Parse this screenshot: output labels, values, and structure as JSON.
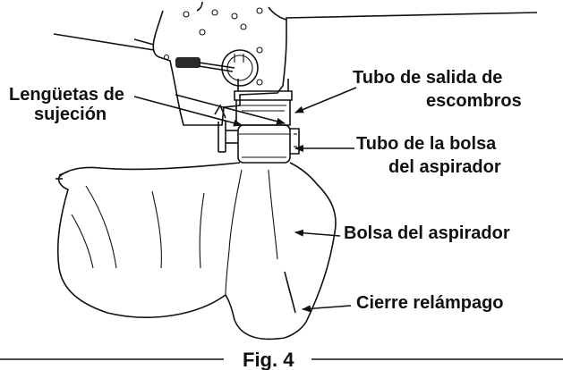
{
  "figure": {
    "caption": "Fig. 4"
  },
  "labels": {
    "tabs_line1": "Lengüetas de",
    "tabs_line2": "sujeción",
    "outlet_line1": "Tubo de salida de",
    "outlet_line2": "escombros",
    "bagtube_line1": "Tubo de la bolsa",
    "bagtube_line2": "del aspirador",
    "bag": "Bolsa del aspirador",
    "zipper": "Cierre relámpago"
  },
  "icons": {
    "switch_markings": "switch-icon"
  },
  "colors": {
    "ink": "#111111",
    "background": "#ffffff"
  }
}
